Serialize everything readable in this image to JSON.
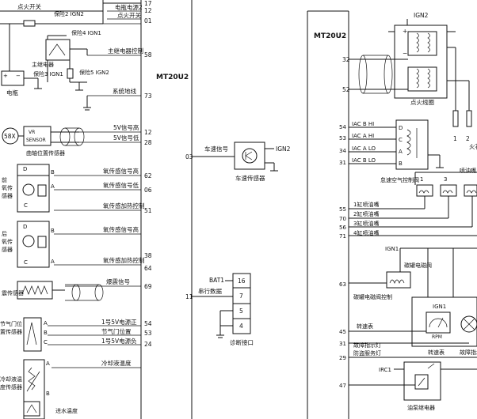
{
  "ecu_left": {
    "title": "MT20U2",
    "pins": [
      {
        "pin": "17",
        "label": "电瓶电源2"
      },
      {
        "pin": "12",
        "label": "点火开关"
      },
      {
        "pin": "01",
        "label": ""
      },
      {
        "pin": "58",
        "label": "主继电器控制"
      },
      {
        "pin": "73",
        "label": "系统地线"
      },
      {
        "pin": "12",
        "label": "5V信号高"
      },
      {
        "pin": "28",
        "label": "5V信号低"
      },
      {
        "pin": "62",
        "label": "氧传感信号高"
      },
      {
        "pin": "06",
        "label": "氧传感信号低"
      },
      {
        "pin": "51",
        "label": "氧传感加热控制"
      },
      {
        "pin": "38",
        "label": "氧传感信号高"
      },
      {
        "pin": "64",
        "label": "氧传感加热控制"
      },
      {
        "pin": "69",
        "label": "爆震信号"
      },
      {
        "pin": "54",
        "label": "1号5V电源正"
      },
      {
        "pin": "53",
        "label": "节气门位置"
      },
      {
        "pin": "24",
        "label": "1号5V电源负"
      },
      {
        "pin": "",
        "label": "冷却液温度"
      }
    ]
  },
  "left_components": {
    "ignition_switch": "点火开关",
    "ign2_fuse": "保险2 IGN2",
    "ign1_fuse": "保险4 IGN1",
    "main_relay": "主继电器",
    "ign1_fuse3": "保险3 IGN1",
    "ign2_fuse5": "保险5 IGN2",
    "battery": "电瓶",
    "crank_sensor_code": "58X",
    "crank_sensor_lines": [
      "VR",
      "SENSOR"
    ],
    "crank_sensor_name": "曲轴位置传感器",
    "o2_front": [
      "前",
      "氧传",
      "感器"
    ],
    "o2_rear": [
      "后",
      "氧传",
      "感器"
    ],
    "knock_sensor": "震传感器",
    "tps": [
      "节气门位",
      "置传感器"
    ],
    "coolant_sensor": [
      "冷却液温",
      "度传感器"
    ],
    "intake_temp": "进水温度",
    "letters": [
      "D",
      "B",
      "C",
      "A",
      "D",
      "B",
      "C",
      "A",
      "A",
      "B",
      "C",
      "A",
      "B"
    ]
  },
  "middle": {
    "speed_pin": "03",
    "speed_label": "车速信号",
    "speed_supply": "IGN2",
    "speed_sensor": "车速传感器",
    "serial_pin": "11",
    "serial_label": "串行数据",
    "batt_label": "BAT1",
    "diag_pins": [
      "16",
      "7",
      "5",
      "4"
    ],
    "diag_label": "诊断接口"
  },
  "ecu_right": {
    "title": "MT20U2",
    "ign2": "IGN2",
    "coil_pins": [
      "32",
      "52"
    ],
    "coil_label": "点火线圈",
    "spark_labels": [
      "1",
      "2"
    ],
    "plug_label": "火花",
    "iac_pins": [
      "54",
      "53",
      "34",
      "31"
    ],
    "iac_lines": [
      "IAC B HI",
      "IAC A HI",
      "IAC A LO",
      "IAC B LO"
    ],
    "iac_letters": [
      "D",
      "C",
      "A",
      "B"
    ],
    "iac_label": "怠速空气控制阀",
    "injector_header": "喷油嘴",
    "inj_pins": [
      "55",
      "70",
      "56",
      "71"
    ],
    "inj_lines": [
      "1缸喷油嘴",
      "2缸喷油嘴",
      "3缸喷油嘴",
      "4缸喷油嘴"
    ],
    "inj_numbers": [
      "1",
      "3"
    ],
    "ign1": "IGN1",
    "canister_pin": "63",
    "canister_valve": "碳罐电磁阀",
    "canister_ctrl": "碳罐电磁阀控制",
    "tach_pin": "45",
    "tach_label": "转速表",
    "mil_pin": "31",
    "mil_label": "故障指示灯",
    "mil_short": "故障指示",
    "mil_supply": "IGN1",
    "ac_pin": "29",
    "ac_label": "防盗服务灯",
    "rpm": "RPM",
    "tach_name": "转速表",
    "pump_pin": "47",
    "pump_supply": "IRC1",
    "pump_relay": "油泵继电器"
  },
  "plus_marks": [
    "+",
    "+"
  ],
  "minus_marks": [
    "−",
    "−"
  ]
}
